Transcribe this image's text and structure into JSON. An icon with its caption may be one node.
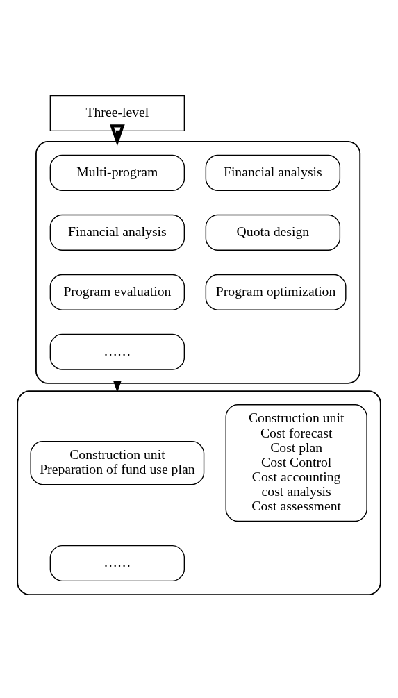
{
  "diagram": {
    "nodes": [
      {
        "text": [
          "Three-level"
        ]
      },
      {
        "text": [],
        "shape": "box"
      },
      {
        "text": [
          "Multi-program"
        ],
        "in": 1
      },
      {
        "text": [
          "Financial analysis"
        ],
        "in": 1
      },
      {
        "text": [
          "Financial analysis"
        ],
        "in": 1
      },
      {
        "text": [
          "Quota design"
        ],
        "in": 1
      },
      {
        "text": [
          "Program evaluation"
        ],
        "in": 1
      },
      {
        "text": [
          "Program optimization"
        ],
        "in": 1
      },
      {
        "text": [
          "……"
        ],
        "in": 1
      },
      {
        "text": [],
        "shape": "box"
      },
      {
        "text": [
          "Construction unit",
          "Preparation of fund use plan"
        ],
        "in": 9
      },
      {
        "text": [
          "Construction unit",
          "Cost forecast",
          "Cost plan",
          "Cost Control",
          "Cost accounting",
          "cost analysis",
          "Cost assessment"
        ],
        "in": 9
      },
      {
        "text": [
          "……"
        ],
        "in": 9
      }
    ],
    "edges": [
      {
        "from": 0,
        "to": 1,
        "arrow": "to",
        "style": "thick"
      },
      {
        "from": 1,
        "to": 9,
        "arrow": "to"
      }
    ]
  }
}
